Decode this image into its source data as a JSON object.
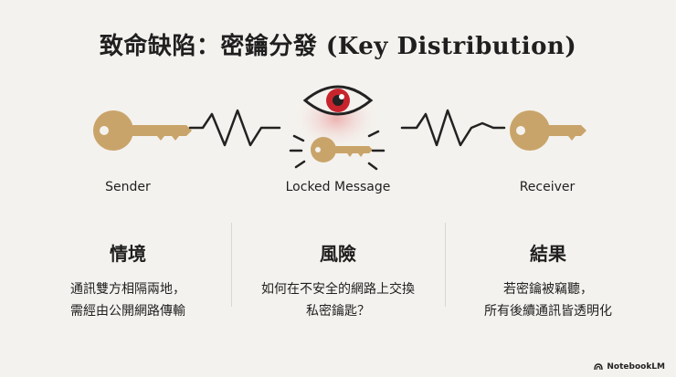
{
  "title": "致命缺陷：密鑰分發 (Key Distribution)",
  "diagram": {
    "sender_label": "Sender",
    "locked_label": "Locked Message",
    "receiver_label": "Receiver",
    "colors": {
      "key": "#c9a46a",
      "eye": "#c8242d",
      "line": "#222222",
      "glow": "#e7a0a0"
    }
  },
  "columns": [
    {
      "heading": "情境",
      "line1": "通訊雙方相隔兩地，",
      "line2": "需經由公開網路傳輸"
    },
    {
      "heading": "風險",
      "line1": "如何在不安全的網路上交換",
      "line2": "私密鑰匙？"
    },
    {
      "heading": "結果",
      "line1": "若密鑰被竊聽，",
      "line2": "所有後續通訊皆透明化"
    }
  ],
  "footer": {
    "brand": "NotebookLM"
  }
}
